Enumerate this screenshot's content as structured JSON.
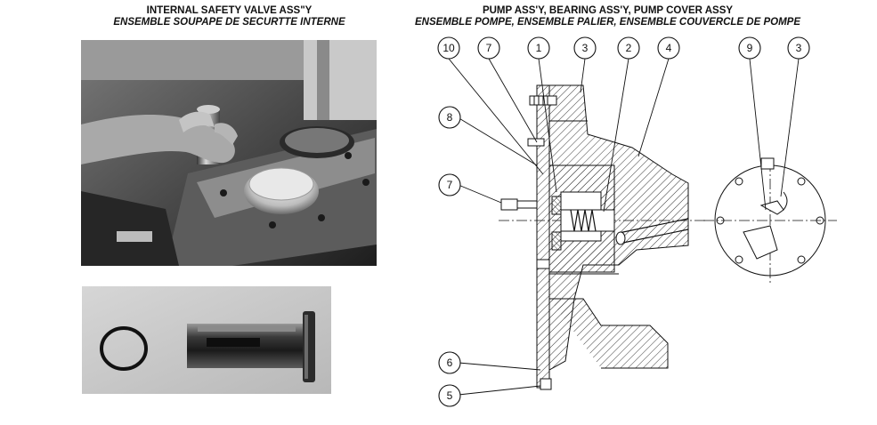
{
  "left_caption": {
    "en": "INTERNAL SAFETY VALVE ASS\"Y",
    "fr": "ENSEMBLE SOUPAPE DE SECURTTE INTERNE"
  },
  "right_caption": {
    "en": "PUMP ASS'Y, BEARING ASS'Y, PUMP COVER ASSY",
    "fr": "ENSEMBLE POMPE, ENSEMBLE PALIER, ENSEMBLE COUVERCLE DE POMPE"
  },
  "callouts": {
    "c10": "10",
    "c7_top": "7",
    "c1": "1",
    "c3_top": "3",
    "c2": "2",
    "c4": "4",
    "c9": "9",
    "c3_right": "3",
    "c8": "8",
    "c7_left": "7",
    "c6": "6",
    "c5": "5"
  }
}
